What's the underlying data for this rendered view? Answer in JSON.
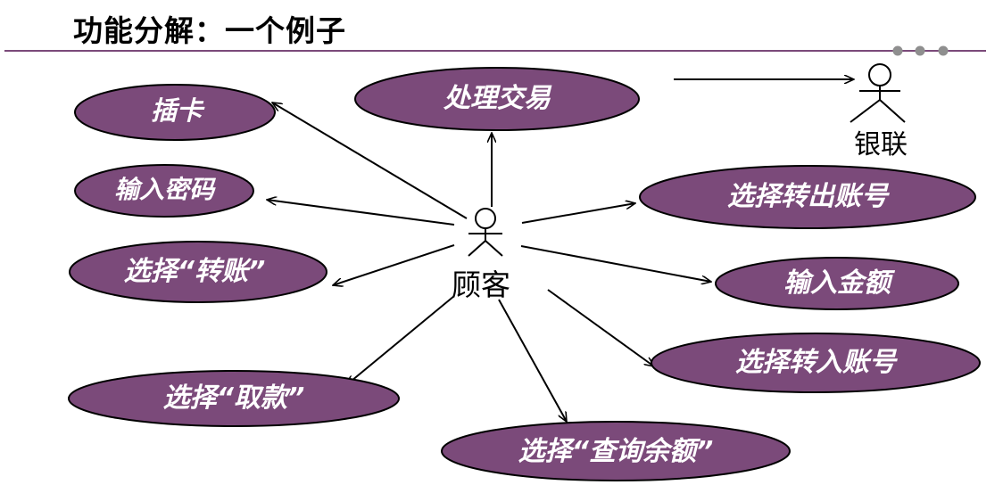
{
  "title": "功能分解：一个例子",
  "colors": {
    "usecase_fill": "#7b4a7a",
    "usecase_stroke": "#000000",
    "rule": "#7b4a7a",
    "dot": "#8f8f8f"
  },
  "actors": {
    "customer": "顾客",
    "unionpay": "银联"
  },
  "use_cases": {
    "insert_card": "插卡",
    "process_transaction": "处理交易",
    "enter_password": "输入密码",
    "select_transfer_out_account": "选择转出账号",
    "select_transfer": "选择“转账”",
    "enter_amount": "输入金额",
    "select_transfer_in_account": "选择转入账号",
    "select_withdraw": "选择“取款”",
    "select_balance_inquiry": "选择“查询余额”"
  }
}
